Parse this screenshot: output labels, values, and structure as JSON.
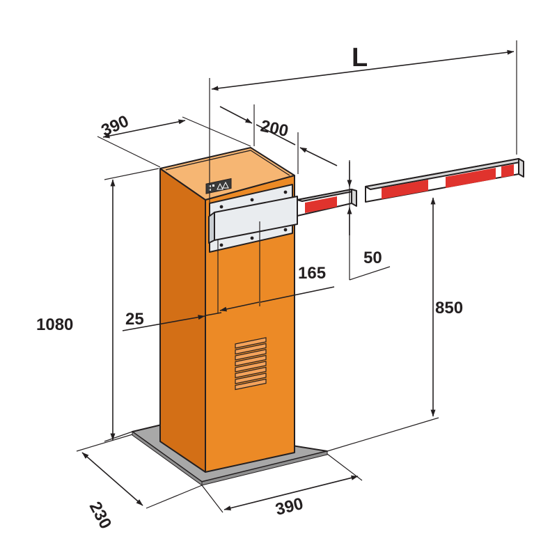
{
  "dimensions": {
    "beam_length": "L",
    "top_depth": "390",
    "arm_offset": "200",
    "beam_gap": "50",
    "axis_offset": "165",
    "side_offset": "25",
    "total_height": "1080",
    "beam_height": "850",
    "base_depth": "230",
    "base_width": "390"
  },
  "colors": {
    "cabinet_front": "#ec8a26",
    "cabinet_side": "#d36f16",
    "cabinet_top": "#f6b673",
    "base_plate": "#a8a8a8",
    "beam_white": "#ffffff",
    "beam_red": "#e0332d",
    "beam_edge": "#d7d7d7",
    "bracket": "#e9ecef",
    "line": "#231f20"
  }
}
